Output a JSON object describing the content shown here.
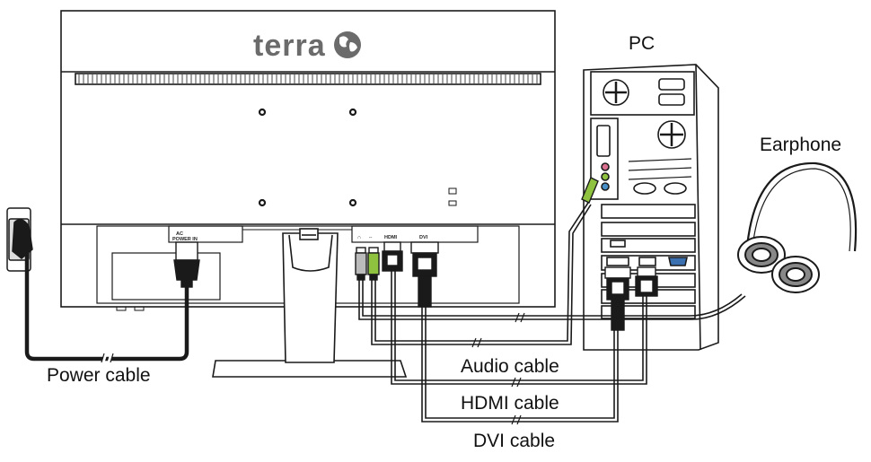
{
  "monitor": {
    "brand": "terra",
    "port_labels": {
      "ac_power": "AC POWER IN",
      "hdmi": "HDMI",
      "dvi": "DVI"
    }
  },
  "labels": {
    "pc": "PC",
    "earphone": "Earphone",
    "power_cable": "Power cable",
    "audio_cable": "Audio cable",
    "hdmi_cable": "HDMI cable",
    "dvi_cable": "DVI cable"
  },
  "colors": {
    "line": "#1a1a1a",
    "brand_text": "#6b6b6b",
    "audio_jack_green": "#8fc23f",
    "audio_jack_pink": "#d9708f",
    "audio_jack_blue": "#4a90c8",
    "vga_blue": "#3a6fb0"
  }
}
